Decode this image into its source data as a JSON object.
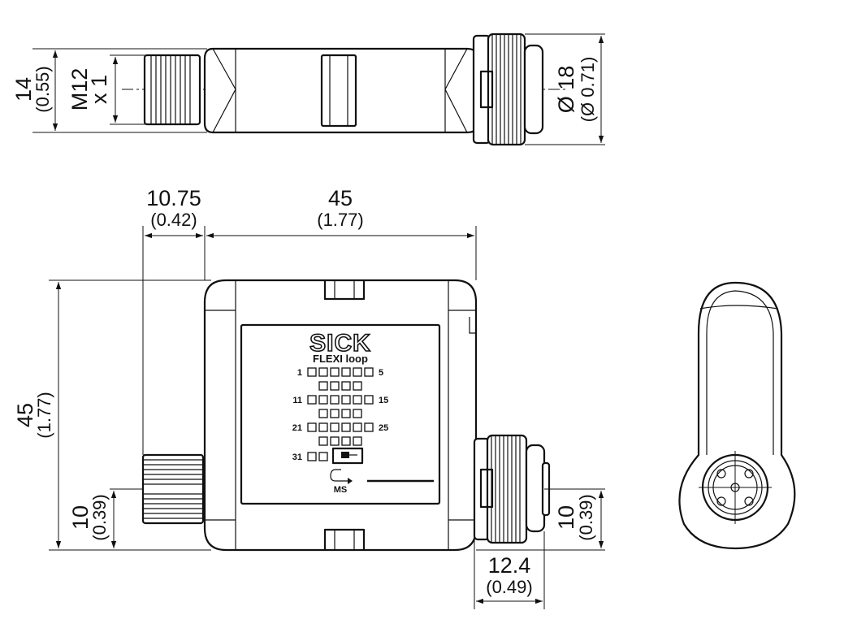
{
  "top_view": {
    "height_mm": "14",
    "height_in": "(0.55)",
    "thread_line1": "M12",
    "thread_line2": "x 1",
    "diameter_mm": "Ø 18",
    "diameter_in": "(Ø 0.71)"
  },
  "front_view": {
    "offset_mm": "10.75",
    "offset_in": "(0.42)",
    "width_mm": "45",
    "width_in": "(1.77)",
    "height_mm": "45",
    "height_in": "(1.77)",
    "left_conn_mm": "10",
    "left_conn_in": "(0.39)",
    "right_conn_mm": "10",
    "right_conn_in": "(0.39)",
    "conn_len_mm": "12.4",
    "conn_len_in": "(0.49)"
  },
  "label": {
    "brand": "SICK",
    "product": "FLEXI loop",
    "row1_start": "1",
    "row1_end": "5",
    "row2_start": "11",
    "row2_end": "15",
    "row3_start": "21",
    "row3_end": "25",
    "row4_start": "31",
    "ms": "MS"
  }
}
